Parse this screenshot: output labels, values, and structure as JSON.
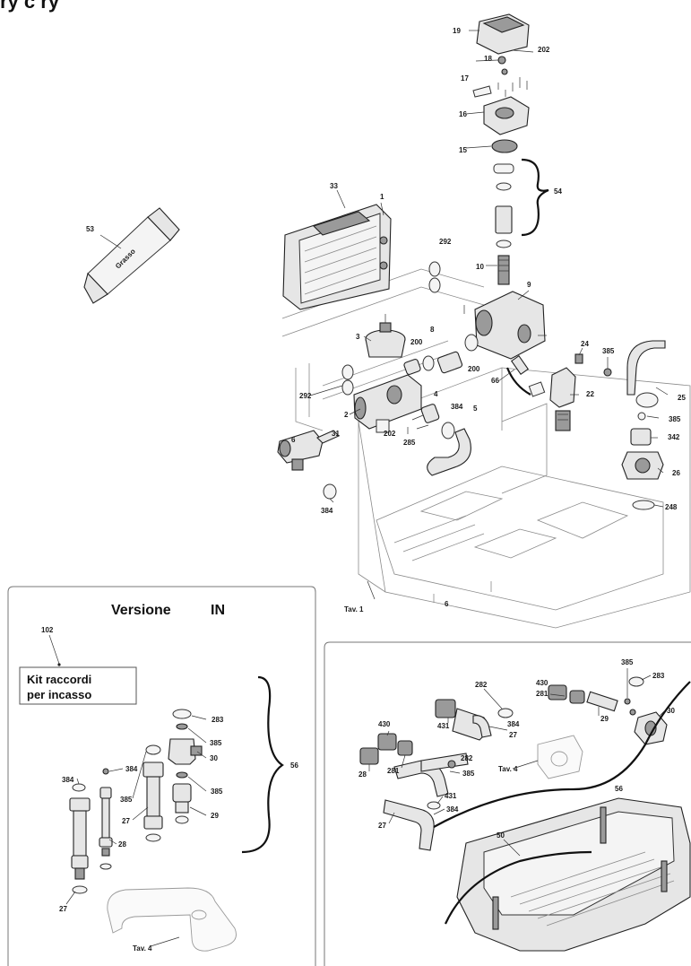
{
  "header_fragment": "ry c  ry",
  "panel_main": {
    "callouts": [
      "19",
      "18",
      "202",
      "17",
      "16",
      "15",
      "54",
      "33",
      "1",
      "53",
      "292",
      "10",
      "9",
      "3",
      "200",
      "8",
      "200",
      "24",
      "385",
      "25",
      "292",
      "2",
      "4",
      "384",
      "66",
      "22",
      "385",
      "342",
      "26",
      "31",
      "202",
      "285",
      "5",
      "6",
      "384",
      "248",
      "Tav. 1",
      "6"
    ],
    "grease_label": "Grasso"
  },
  "panel_in": {
    "title": "Versione",
    "title_suffix": "IN",
    "kit_number": "102",
    "kit_line1": "Kit raccordi",
    "kit_line2": "per incasso",
    "callouts": [
      "283",
      "385",
      "30",
      "384",
      "385",
      "384",
      "385",
      "27",
      "29",
      "28",
      "56",
      "27"
    ],
    "tav_label": "Tav. 4"
  },
  "panel_right": {
    "callouts": [
      "283",
      "385",
      "282",
      "430",
      "281",
      "431",
      "384",
      "27",
      "29",
      "30",
      "430",
      "281",
      "385",
      "28",
      "431",
      "384",
      "27",
      "282",
      "56",
      "50"
    ],
    "tav_label": "Tav. 4"
  }
}
